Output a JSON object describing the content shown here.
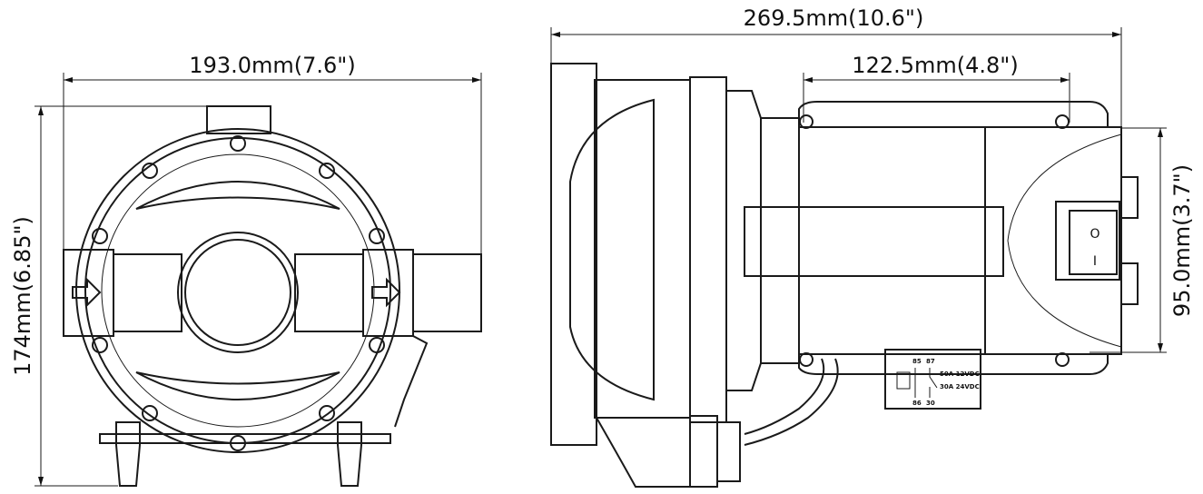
{
  "front_view": {
    "width_dimension": "193.0mm(7.6\")",
    "height_dimension": "174mm(6.85\")"
  },
  "side_view": {
    "length_dimension": "269.5mm(10.6\")",
    "mount_spacing_dimension": "122.5mm(4.8\")",
    "height_dimension": "95.0mm(3.7\")",
    "switch_labels": {
      "off": "O",
      "on": "I"
    },
    "relay_label": {
      "pins": [
        "85",
        "87",
        "86",
        "30"
      ],
      "rating_12v": "50A 12VDC",
      "rating_24v": "30A 24VDC"
    }
  }
}
